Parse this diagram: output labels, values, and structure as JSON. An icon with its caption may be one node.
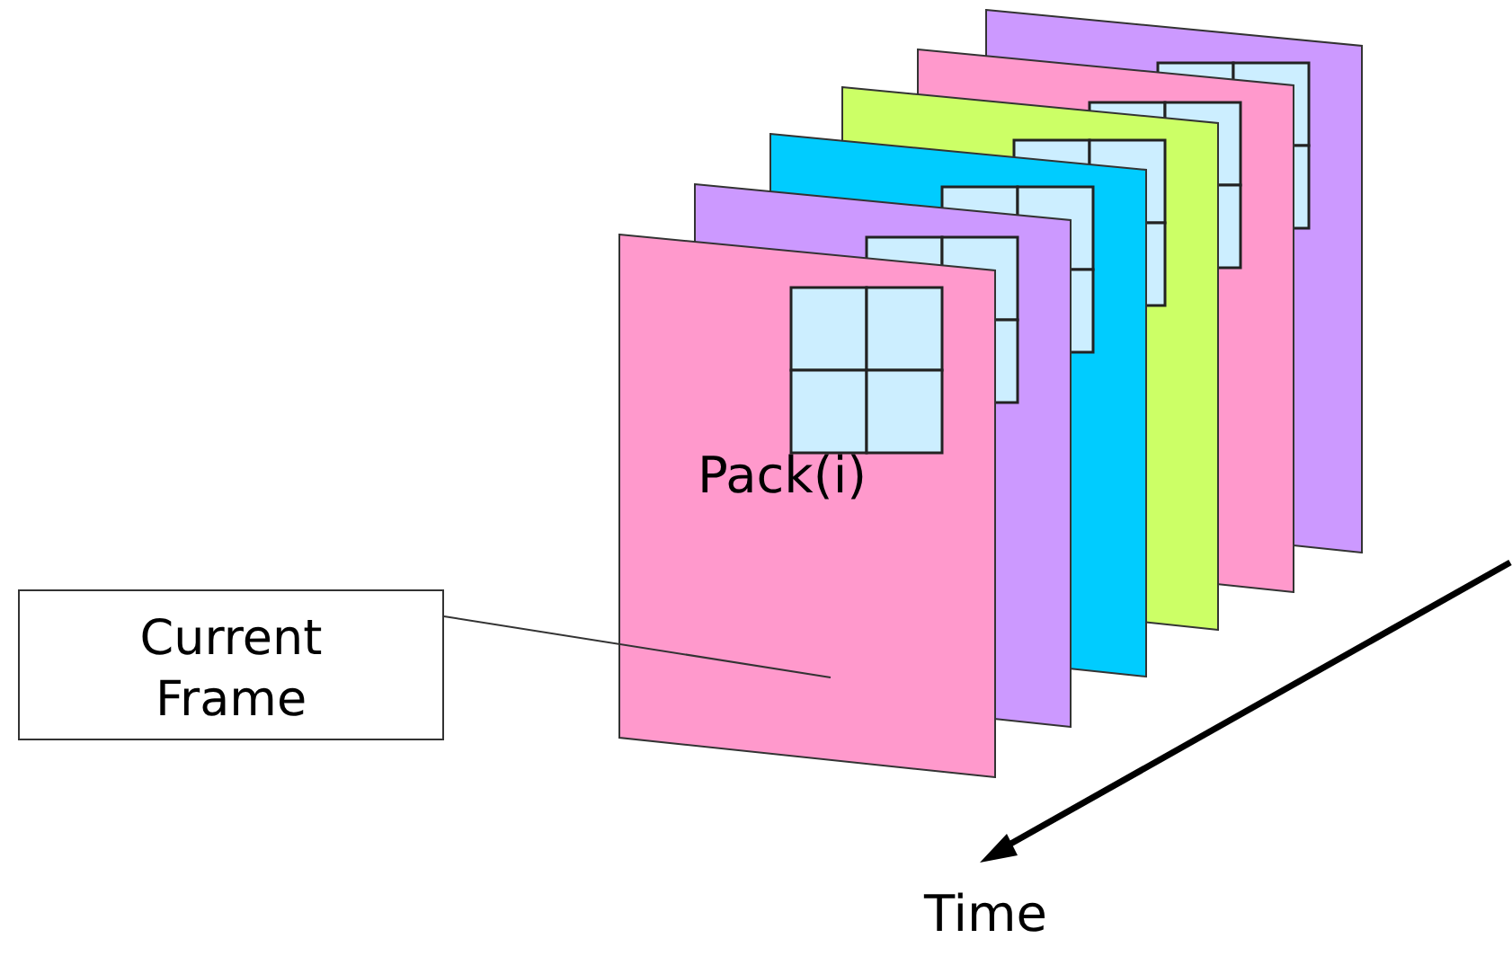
{
  "diagram": {
    "nodes": [
      {
        "text": [
          "Current Frame"
        ]
      },
      {
        "text": [
          "Pack(i)"
        ]
      },
      {
        "text": [],
        "shape": "box"
      },
      {
        "text": [],
        "shape": "box"
      },
      {
        "text": [],
        "shape": "box"
      },
      {
        "text": [],
        "shape": "box"
      },
      {
        "text": [],
        "shape": "box"
      }
    ],
    "edges": [
      {
        "from": 0,
        "to": 1,
        "arrow": "none"
      }
    ],
    "labels": [
      "Time"
    ]
  }
}
